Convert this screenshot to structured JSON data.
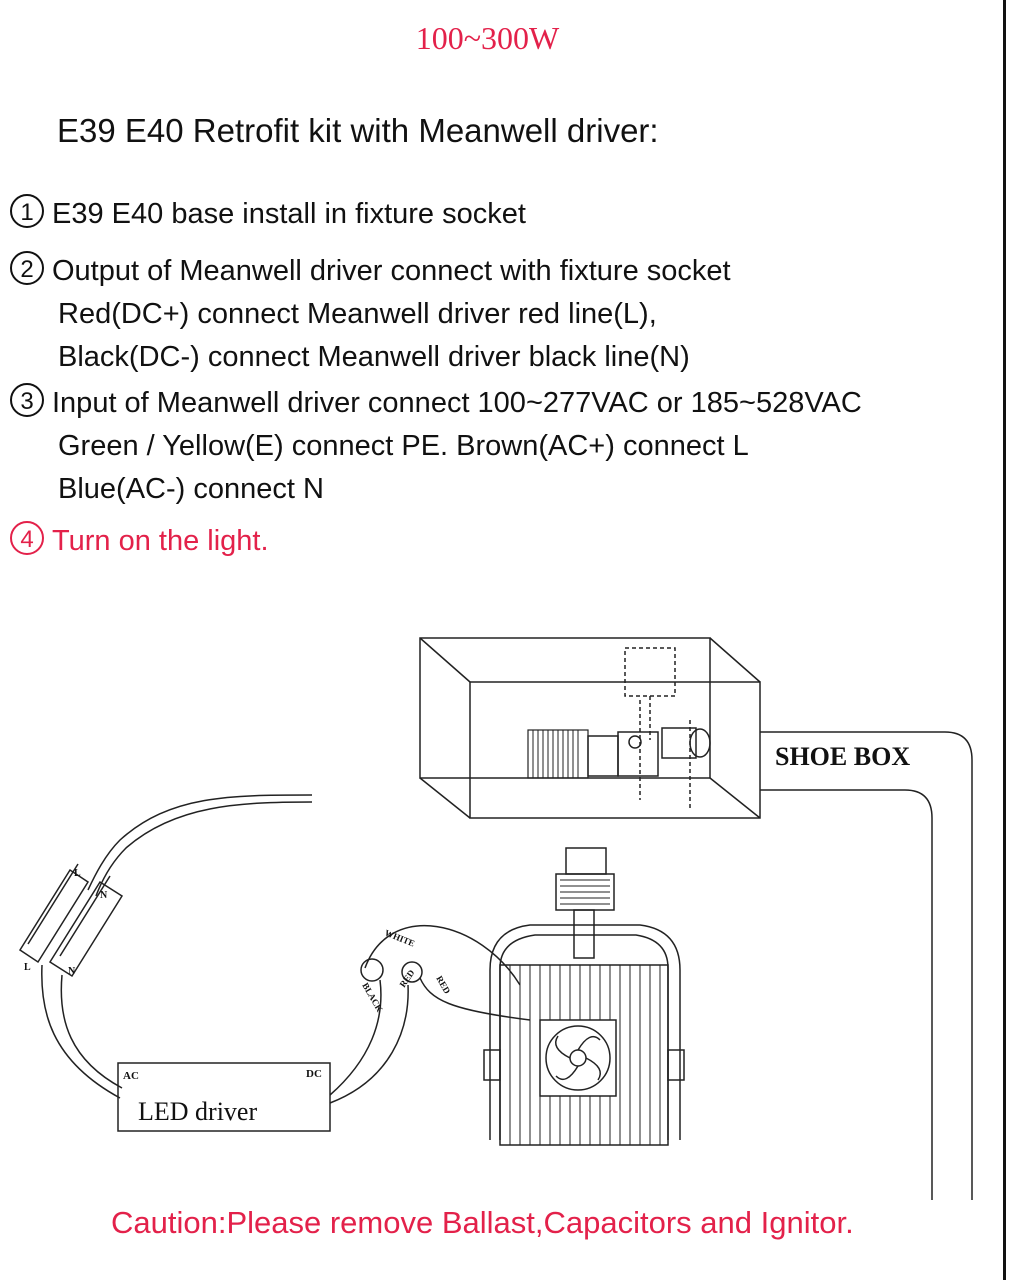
{
  "header": {
    "wattage": "100~300W",
    "title": "E39 E40 Retrofit kit with Meanwell driver:"
  },
  "steps": [
    {
      "number": "1",
      "lines": [
        "E39 E40 base install in fixture socket"
      ]
    },
    {
      "number": "2",
      "lines": [
        "Output of Meanwell driver connect with fixture socket",
        "Red(DC+) connect  Meanwell driver red line(L),",
        "Black(DC-) connect  Meanwell driver black line(N)"
      ]
    },
    {
      "number": "3",
      "lines": [
        "Input of Meanwell driver connect  100~277VAC or 185~528VAC",
        "Green / Yellow(E) connect PE.   Brown(AC+) connect L",
        "Blue(AC-) connect N"
      ]
    },
    {
      "number": "4",
      "lines": [
        "Turn on the light."
      ]
    }
  ],
  "diagram": {
    "shoe_box_label": "SHOE BOX",
    "driver": {
      "label": "LED  driver",
      "ac_label": "AC",
      "dc_label": "DC"
    },
    "connector_labels": {
      "l_top": "L",
      "n_top": "N",
      "l_bottom": "L",
      "n_bottom": "N"
    },
    "wire_labels": {
      "white": "WHITE",
      "black": "BLACK",
      "red_1": "RED",
      "red_2": "RED"
    }
  },
  "caution": "Caution:Please remove Ballast,Capacitors and Ignitor.",
  "colors": {
    "accent": "#e3214a",
    "text": "#111111",
    "line": "#222222"
  }
}
